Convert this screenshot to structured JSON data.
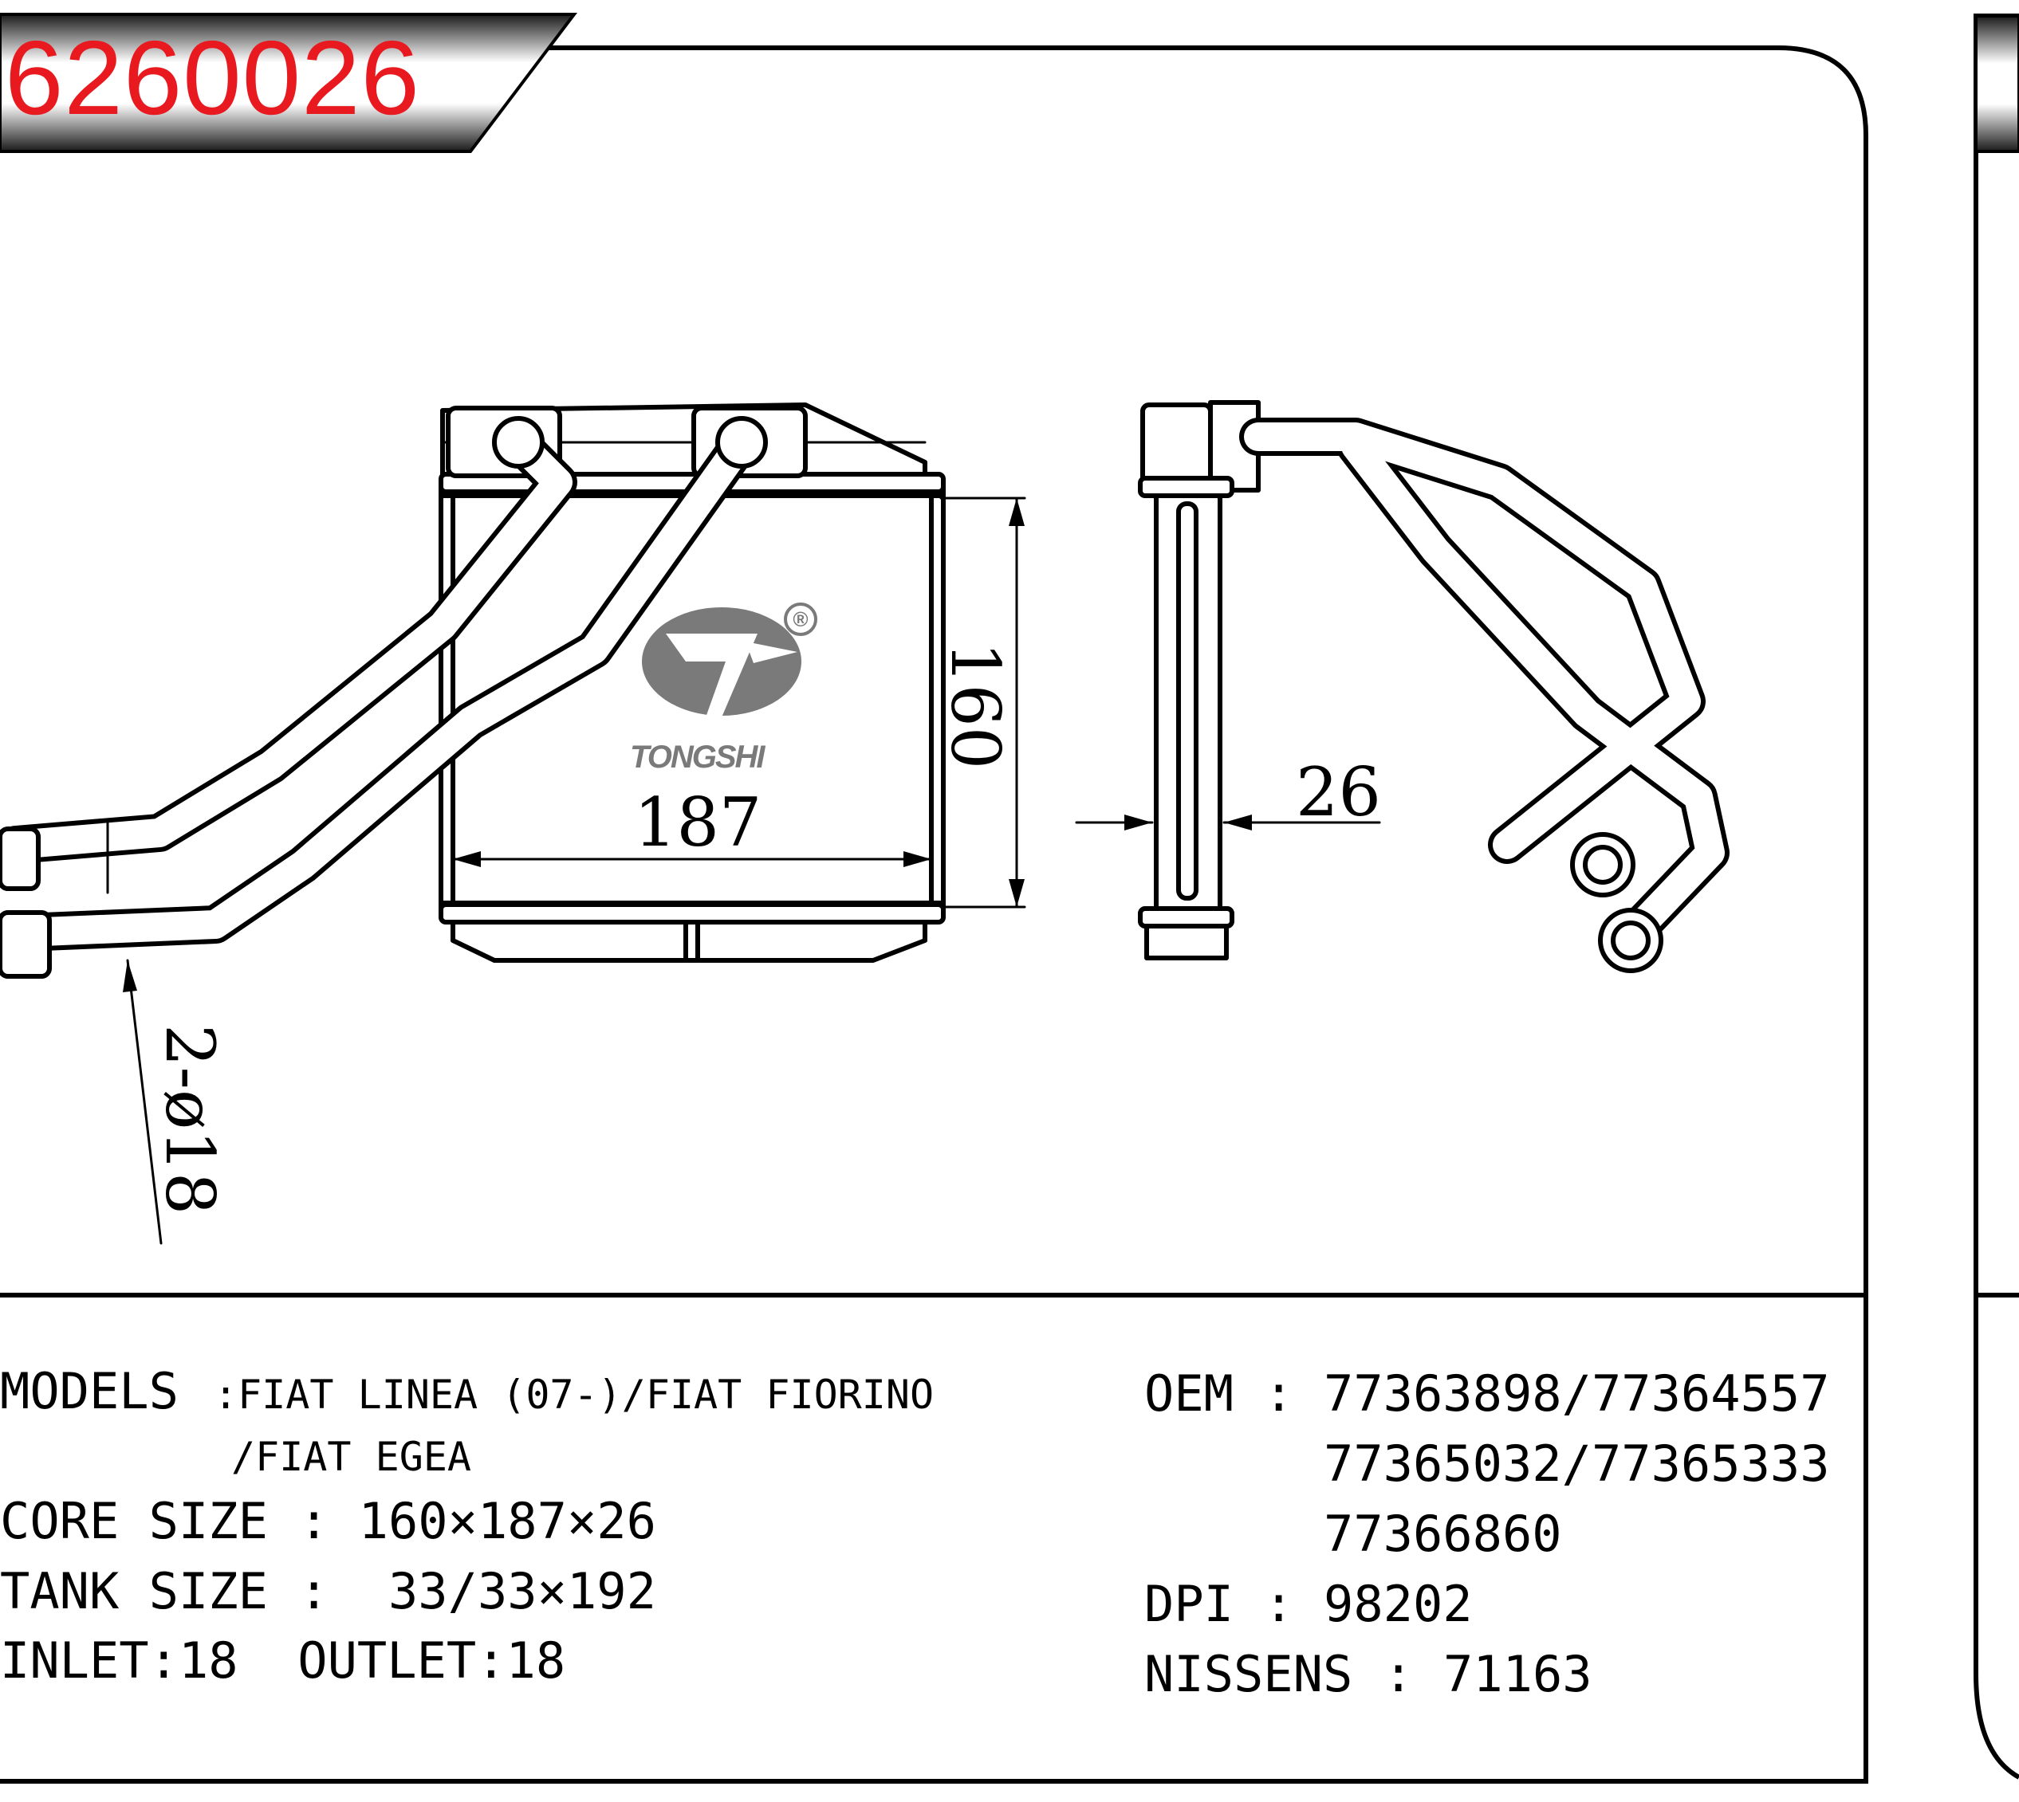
{
  "header": {
    "part_number": "6260026"
  },
  "drawing": {
    "brand": "TONGSHI",
    "registered_mark": "®",
    "dim_height": "160",
    "dim_width": "187",
    "dim_thickness": "26",
    "dim_pipe": "2-ø18"
  },
  "specs": {
    "models_label": "MODELS",
    "models_value_line1": ":FIAT LINEA (07-)/FIAT FIORINO",
    "models_value_line2": "/FIAT EGEA",
    "core_size_label": "CORE SIZE",
    "core_size_value": ": 160×187×26",
    "tank_size_label": "TANK SIZE",
    "tank_size_value": ":  33/33×192",
    "inlet_outlet": "INLET:18  OUTLET:18",
    "oem_label": "OEM",
    "oem_sep": ":",
    "oem_line1": "77363898/77364557",
    "oem_line2": "77365032/77365333",
    "oem_line3": "77366860",
    "dpi_label": "DPI",
    "dpi_sep": ":",
    "dpi_value": "98202",
    "nissens_label": "NISSENS",
    "nissens_sep": ":",
    "nissens_value": "71163"
  },
  "colors": {
    "part_number": "#e8191f",
    "logo": "#7a7a7a"
  }
}
